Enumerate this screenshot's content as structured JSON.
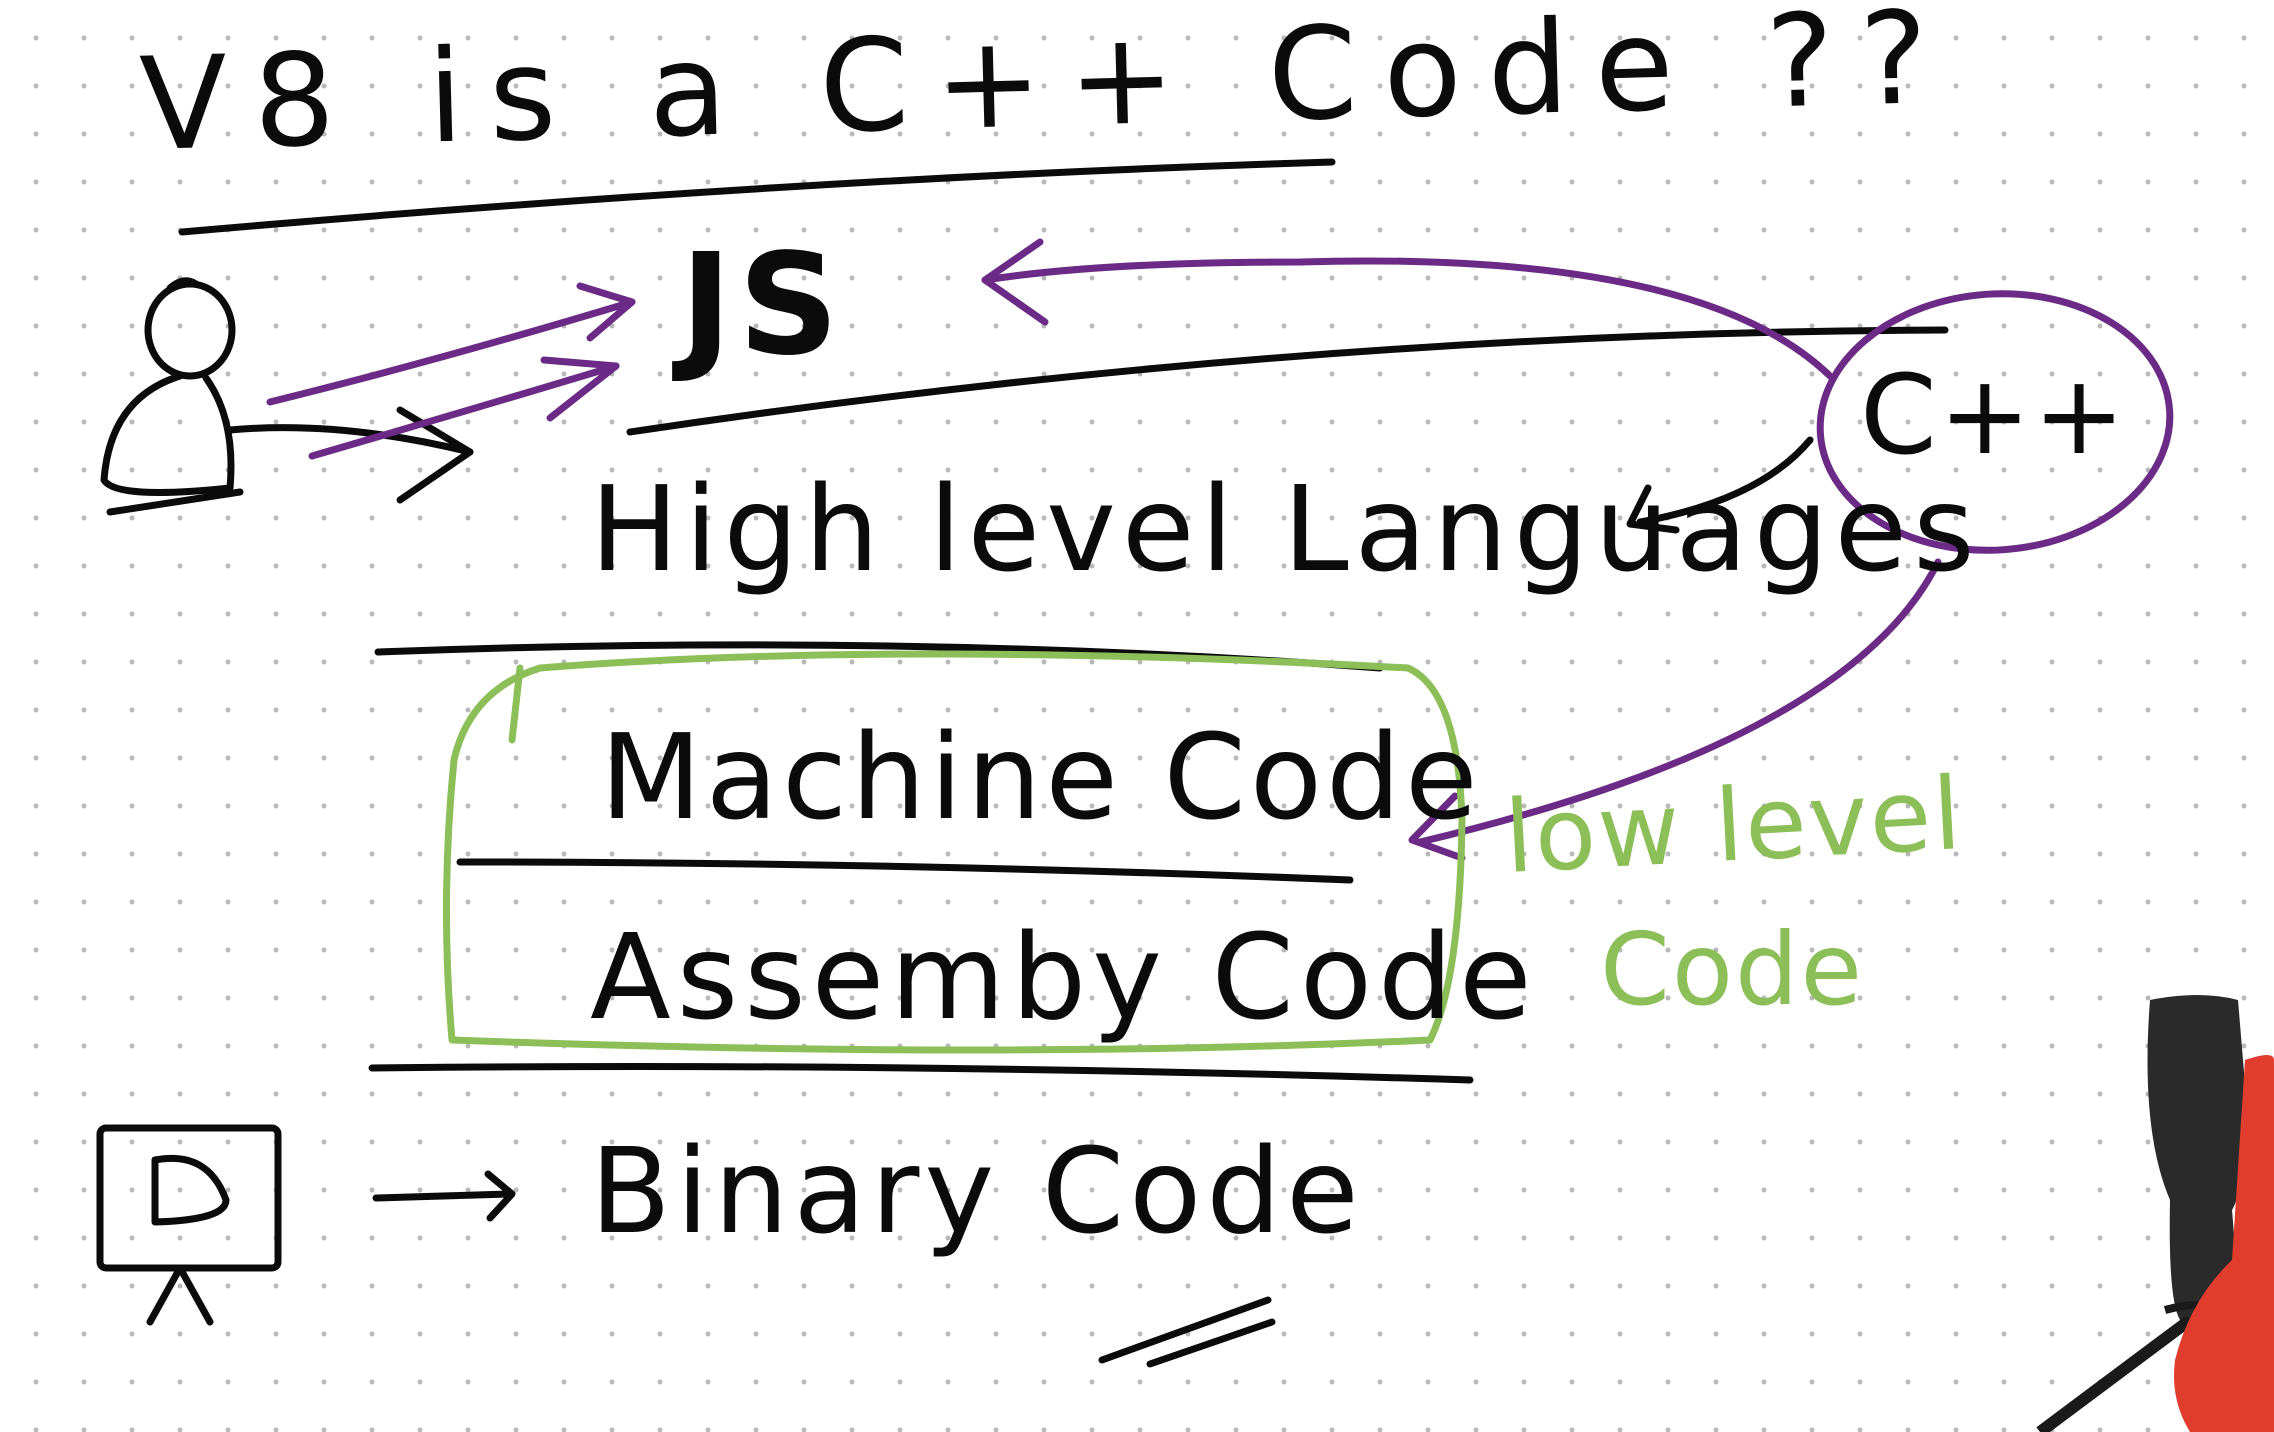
{
  "board": {
    "title": "V8 is a C++ Code ??",
    "js_label": "JS",
    "high_level_label": "High level Languages",
    "machine_code_label": "Machine Code",
    "assembly_code_label": "Assemby Code",
    "binary_code_label": "Binary Code",
    "cpp_label": "C++",
    "low_level_line1": "low level",
    "low_level_line2": "Code"
  },
  "colors": {
    "ink": "#0b0b0b",
    "purple_annotation": "#6b2a86",
    "green_annotation": "#8cbf58",
    "background": "#ffffff",
    "grid_dots": "#b8b8b8"
  },
  "icons": [
    "person-icon",
    "computer-screen-icon",
    "microphone-icon"
  ]
}
